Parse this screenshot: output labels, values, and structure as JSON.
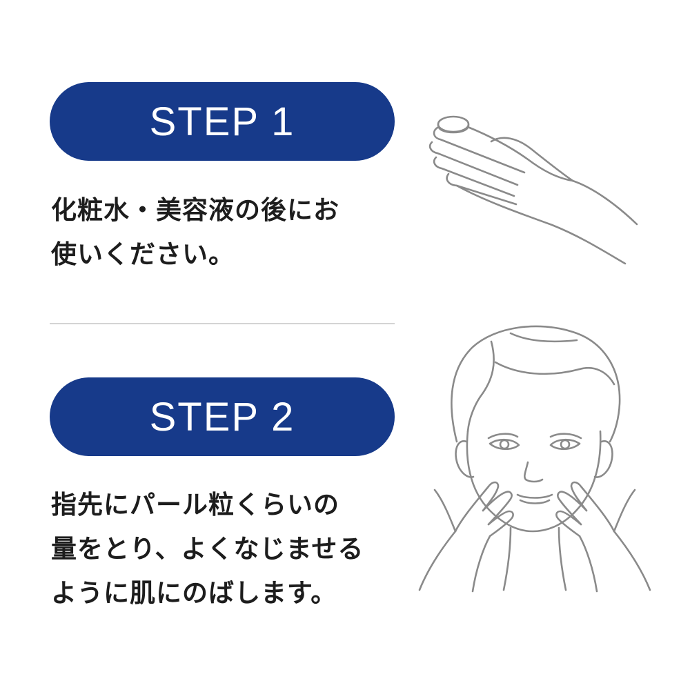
{
  "colors": {
    "pill_background": "#173a8a",
    "pill_text": "#ffffff",
    "body_text": "#1d1d1d",
    "line_art": "#8a8a8a",
    "divider": "#d4d4d4"
  },
  "steps": [
    {
      "label": "STEP 1",
      "description_lines": [
        "化粧水・美容液の後にお",
        "使いください。"
      ],
      "illustration": "hand-with-product-icon"
    },
    {
      "label": "STEP 2",
      "description_lines": [
        "指先にパール粒くらいの",
        "量をとり、よくなじませる",
        "ように肌にのばします。"
      ],
      "illustration": "face-applying-cream-icon"
    }
  ]
}
